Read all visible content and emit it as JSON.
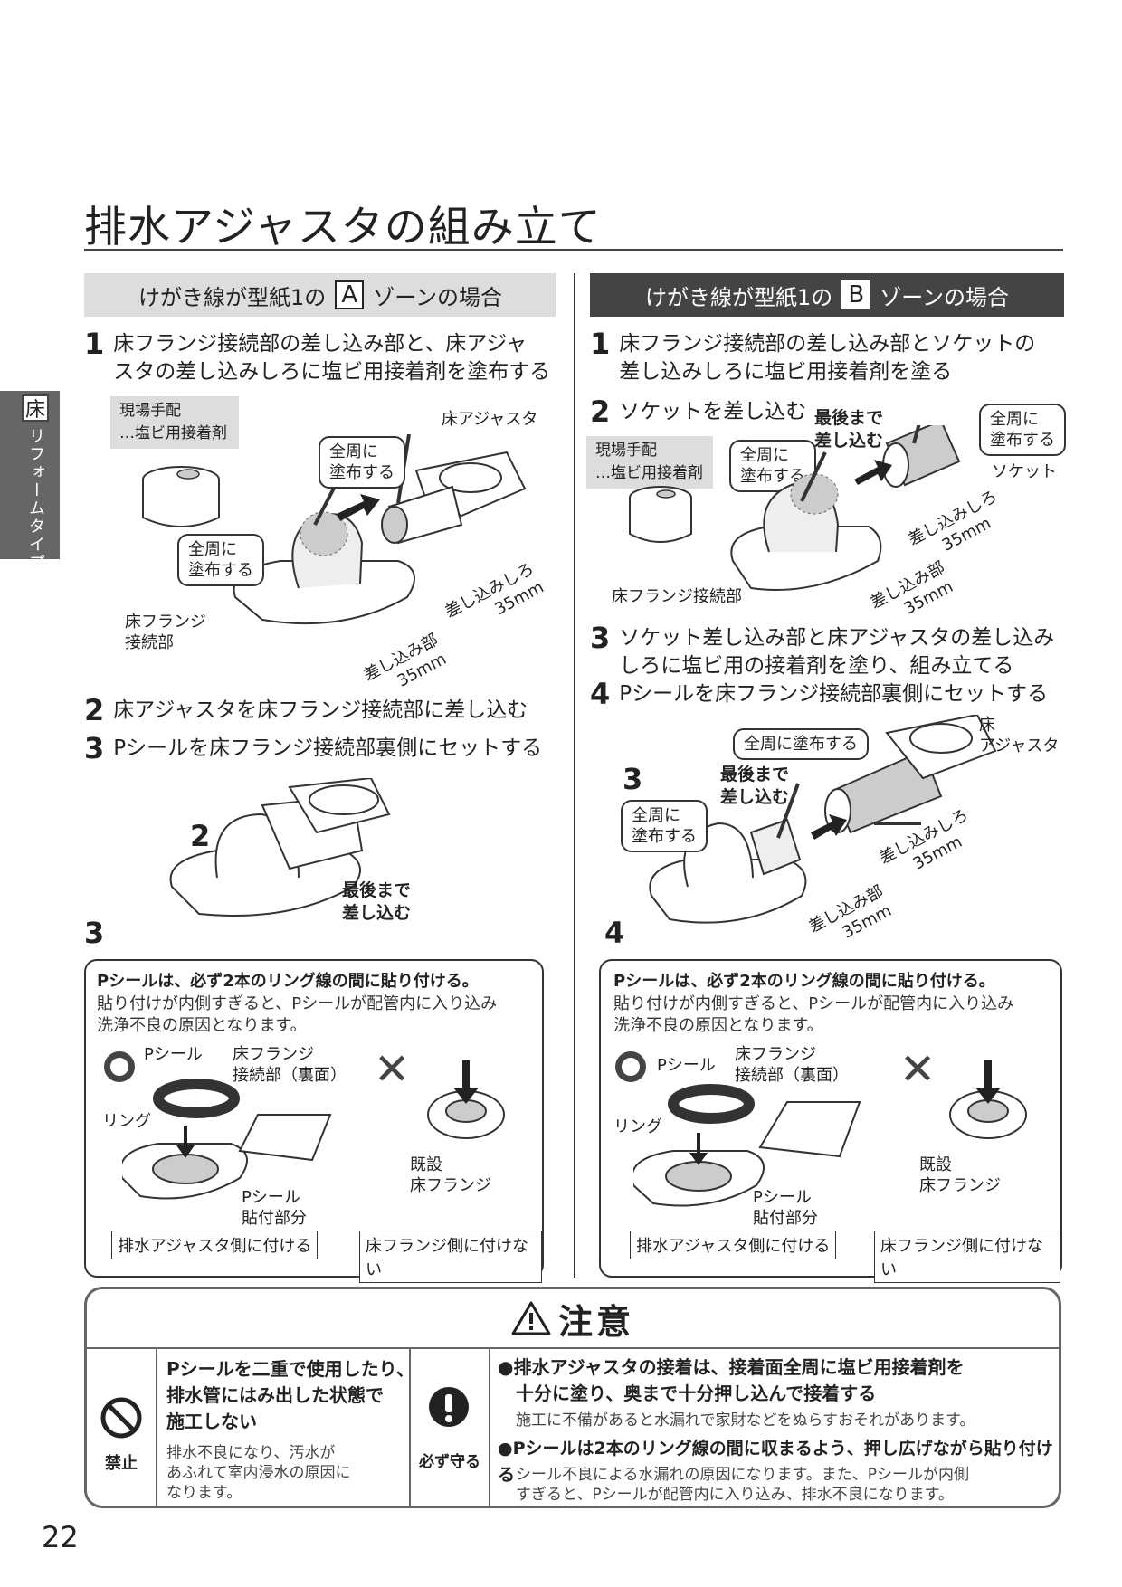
{
  "page": {
    "title": "排水アジャスタの組み立て",
    "page_number": "22",
    "side_tab_box": "床",
    "side_tab_text": "リフォームタイプ"
  },
  "col_a": {
    "header_pre": "けがき線が型紙1の",
    "header_zone": "A",
    "header_post": "ゾーンの場合",
    "step1_num": "1",
    "step1_text_l1": "床フランジ接続部の差し込み部と、床アジャ",
    "step1_text_l2": "スタの差し込みしろに塩ビ用接着剤を塗布する",
    "note_l1": "現場手配",
    "note_l2": "…塩ビ用接着剤",
    "label_adjuster": "床アジャスタ",
    "callout1_l1": "全周に",
    "callout1_l2": "塗布する",
    "callout2_l1": "全周に",
    "callout2_l2": "塗布する",
    "label_flange_l1": "床フランジ",
    "label_flange_l2": "接続部",
    "dim1_l1": "差し込みしろ",
    "dim1_l2": "35mm",
    "dim2_l1": "差し込み部",
    "dim2_l2": "35mm",
    "step2_num": "2",
    "step2_text": "床アジャスタを床フランジ接続部に差し込む",
    "step3_num": "3",
    "step3_text": "Pシールを床フランジ接続部裏側にセットする",
    "fig_num2": "2",
    "fig_num3": "3",
    "insert_l1": "最後まで",
    "insert_l2": "差し込む"
  },
  "col_b": {
    "header_pre": "けがき線が型紙1の",
    "header_zone": "B",
    "header_post": "ゾーンの場合",
    "step1_num": "1",
    "step1_text_l1": "床フランジ接続部の差し込み部とソケットの",
    "step1_text_l2": "差し込みしろに塩ビ用接着剤を塗る",
    "step2_num": "2",
    "step2_text": "ソケットを差し込む",
    "note_l1": "現場手配",
    "note_l2": "…塩ビ用接着剤",
    "insert_l1": "最後まで",
    "insert_l2": "差し込む",
    "callout1_l1": "全周に",
    "callout1_l2": "塗布する",
    "callout2_l1": "全周に",
    "callout2_l2": "塗布する",
    "label_socket": "ソケット",
    "label_flange": "床フランジ接続部",
    "dim1_l1": "差し込みしろ",
    "dim1_l2": "35mm",
    "dim2_l1": "差し込み部",
    "dim2_l2": "35mm",
    "step3_num": "3",
    "step3_text_l1": "ソケット差し込み部と床アジャスタの差し込み",
    "step3_text_l2": "しろに塩ビ用の接着剤を塗り、組み立てる",
    "step4_num": "4",
    "step4_text": "Pシールを床フランジ接続部裏側にセットする",
    "callout3": "全周に塗布する",
    "label_adjuster_l1": "床",
    "label_adjuster_l2": "アジャスタ",
    "fig_num3": "3",
    "insert2_l1": "最後まで",
    "insert2_l2": "差し込む",
    "callout4_l1": "全周に",
    "callout4_l2": "塗布する",
    "dim3_l1": "差し込みしろ",
    "dim3_l2": "35mm",
    "dim4_l1": "差し込み部",
    "dim4_l2": "35mm",
    "fig_num4": "4"
  },
  "pseal_box": {
    "bold": "Pシールは、必ず2本のリング線の間に貼り付ける。",
    "text_l1": "貼り付けが内側すぎると、Pシールが配管内に入り込み",
    "text_l2": "洗浄不良の原因となります。",
    "label_pseal": "Pシール",
    "label_back_l1": "床フランジ",
    "label_back_l2": "接続部（裏面）",
    "label_ring": "リング",
    "label_attach_l1": "Pシール",
    "label_attach_l2": "貼付部分",
    "label_existing_l1": "既設",
    "label_existing_l2": "床フランジ",
    "tag_ok": "排水アジャスタ側に付ける",
    "tag_ng": "床フランジ側に付けない"
  },
  "caution": {
    "title": "注意",
    "prohibit_label": "禁止",
    "prohibit_bold_l1": "Pシールを二重で使用したり、",
    "prohibit_bold_l2": "排水管にはみ出した状態で",
    "prohibit_bold_l3": "施工しない",
    "prohibit_sub_l1": "排水不良になり、汚水が",
    "prohibit_sub_l2": "あふれて室内浸水の原因に",
    "prohibit_sub_l3": "なります。",
    "must_label": "必ず守る",
    "must1_bold_l1": "●排水アジャスタの接着は、接着面全周に塩ビ用接着剤を",
    "must1_bold_l2": "十分に塗り、奥まで十分押し込んで接着する",
    "must1_sub": "施工に不備があると水漏れで家財などをぬらすおそれがあります。",
    "must2_bold": "●Pシールは2本のリング線の間に収まるよう、押し広げながら貼り付ける",
    "must2_sub_l1": "シール不良による水漏れの原因になります。また、Pシールが内側",
    "must2_sub_l2": "すぎると、Pシールが配管内に入り込み、排水不良になります。"
  }
}
